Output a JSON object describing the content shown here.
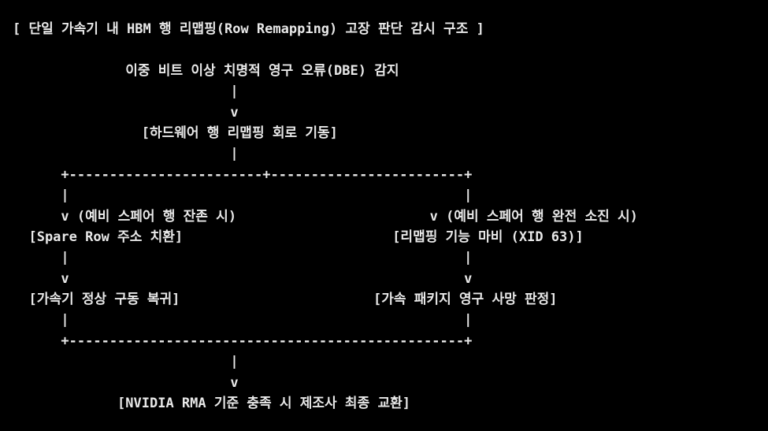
{
  "diagram": {
    "lines": [
      "[ 단일 가속기 내 HBM 행 리맵핑(Row Remapping) 고장 판단 감시 구조 ]",
      "",
      "              이중 비트 이상 치명적 영구 오류(DBE) 감지",
      "                           |",
      "                           v",
      "                [하드웨어 행 리맵핑 회로 기동]",
      "                           |",
      "      +------------------------+------------------------+",
      "      |                                                 |",
      "      v (예비 스페어 행 잔존 시)                        v (예비 스페어 행 완전 소진 시)",
      "  [Spare Row 주소 치환]                          [리맵핑 기능 마비 (XID 63)]",
      "      |                                                 |",
      "      v                                                 v",
      "  [가속기 정상 구동 복귀]                        [가속 패키지 영구 사망 판정]",
      "      |                                                 |",
      "      +-------------------------------------------------+",
      "                           |",
      "                           v",
      "             [NVIDIA RMA 기준 충족 시 제조사 최종 교환]"
    ]
  }
}
